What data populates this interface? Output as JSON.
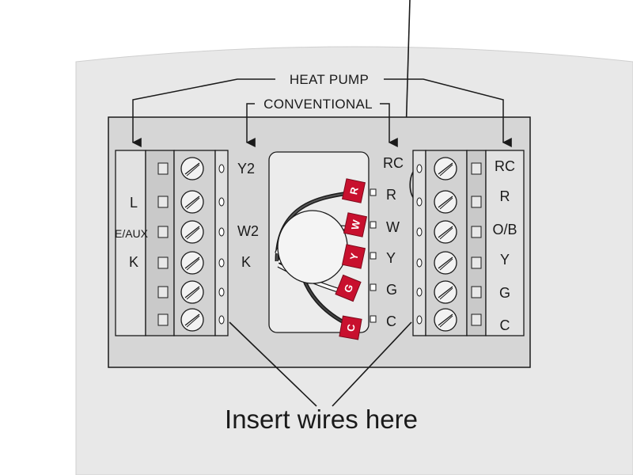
{
  "labels": {
    "heat_pump": "HEAT PUMP",
    "conventional": "CONVENTIONAL",
    "caption": "Insert wires here"
  },
  "left_terminal": {
    "inner_labels": [
      "L",
      "E/AUX",
      "K"
    ],
    "outer_labels": [
      "Y2",
      "W2",
      "K"
    ]
  },
  "center_terminals": [
    "RC",
    "R",
    "W",
    "Y",
    "G",
    "C"
  ],
  "right_terminal_labels": [
    "RC",
    "R",
    "O/B",
    "Y",
    "G",
    "C"
  ],
  "wire_tags": [
    "R",
    "W",
    "Y",
    "G",
    "C"
  ],
  "colors": {
    "housing": "#e6e6e6",
    "board": "#d9d9d9",
    "terminal_block": "#cfcfcf",
    "wire_tag": "#c8102e",
    "line": "#1a1a1a"
  }
}
